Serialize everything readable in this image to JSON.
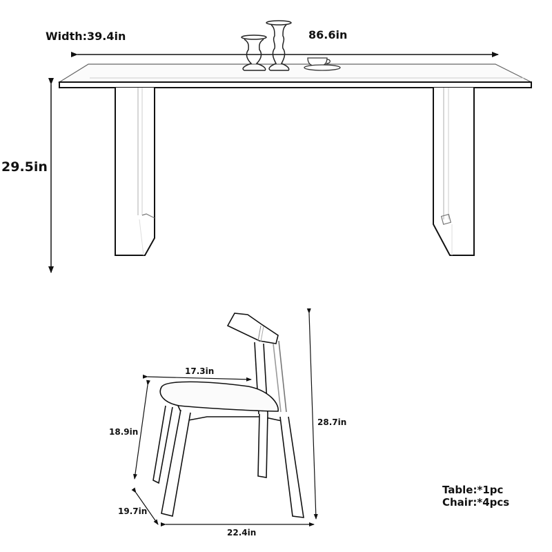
{
  "table": {
    "dimensions": {
      "width": "Width:39.4in",
      "length": "86.6in",
      "height": "29.5in"
    },
    "decor_items": [
      "candle-holder-short",
      "candle-holder-tall",
      "teacup-with-saucer"
    ]
  },
  "chair": {
    "dimensions": {
      "seat_depth": "17.3in",
      "seat_height": "18.9in",
      "overall_height": "28.7in",
      "leg_depth": "19.7in",
      "overall_width": "22.4in"
    }
  },
  "quantities": {
    "table": "Table:*1pc",
    "chair": "Chair:*4pcs"
  },
  "colors": {
    "line": "#111111",
    "shade": "#cfcfcf",
    "background": "#ffffff"
  }
}
